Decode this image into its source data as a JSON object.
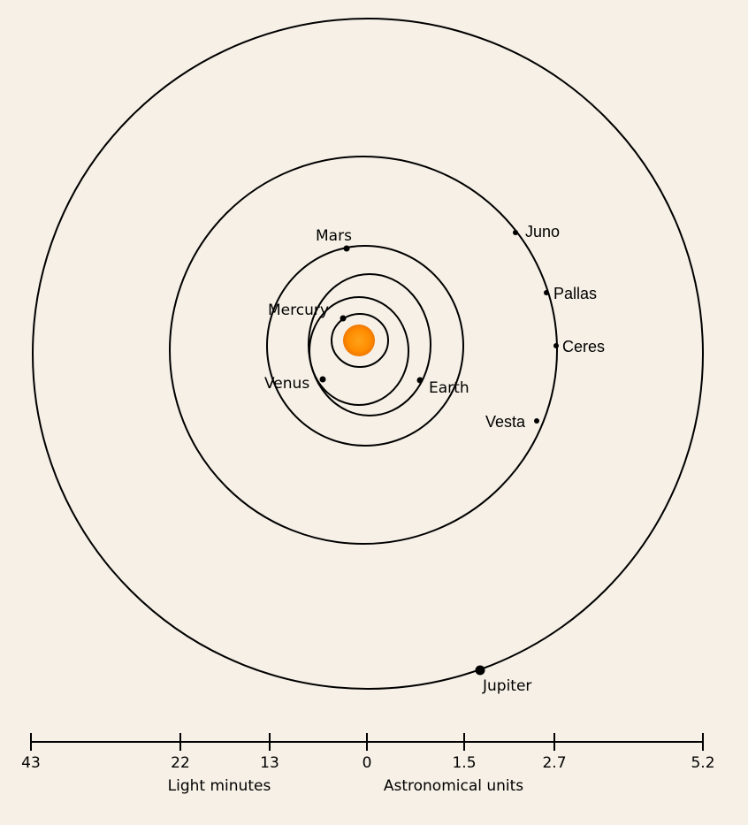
{
  "diagram": {
    "sun_color": "#ff8c00",
    "background": "#f6f0e6",
    "bodies": {
      "mercury": "Mercury",
      "venus": "Venus",
      "earth": "Earth",
      "mars": "Mars",
      "juno": "Juno",
      "pallas": "Pallas",
      "ceres": "Ceres",
      "vesta": "Vesta",
      "jupiter": "Jupiter"
    },
    "scale": {
      "ticks": [
        "43",
        "22",
        "13",
        "0",
        "1.5",
        "2.7",
        "5.2"
      ],
      "left_title": "Light minutes",
      "right_title": "Astronomical units"
    }
  }
}
